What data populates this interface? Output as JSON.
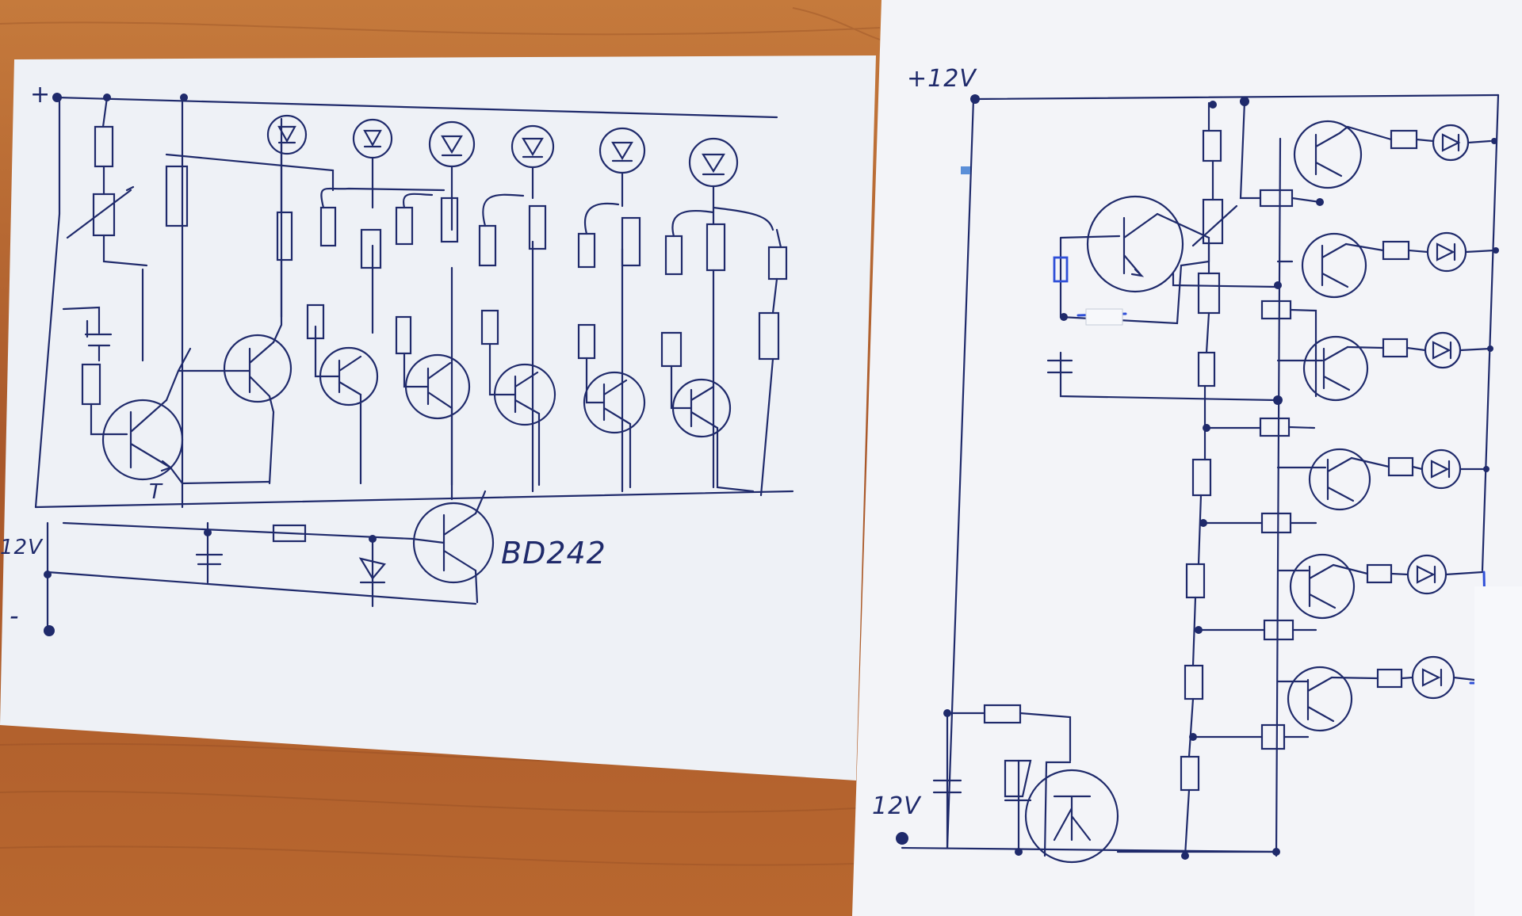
{
  "labels": {
    "plus_left": "+",
    "transistor_t": "T",
    "bd": "BD242",
    "v12_left": "12V",
    "gnd_left": "-",
    "v12_right_top": "+12V",
    "v12_right_bottom": "12V"
  },
  "colors": {
    "wood": "#b5642e",
    "paper": "#eef1f6",
    "ink": "#1f2a6b",
    "edit_blue": "#2f4fd8"
  },
  "icons": {
    "transistor": "transistor-icon",
    "diode": "diode-icon",
    "resistor": "resistor-icon",
    "capacitor": "capacitor-icon",
    "zener": "zener-diode-icon"
  }
}
